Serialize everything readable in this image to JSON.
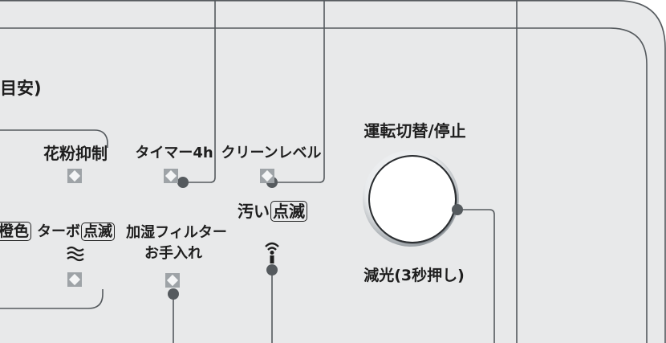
{
  "header": {
    "partial_label": "目安)"
  },
  "group": {
    "pollen_label": "花粉抑制"
  },
  "timer": {
    "label": "タイマー4h"
  },
  "clean_level": {
    "label": "クリーンレベル"
  },
  "dirt": {
    "label": "汚い",
    "blink_label": "点滅"
  },
  "color_partial": {
    "label": "橙色"
  },
  "turbo": {
    "label": "ターボ",
    "blink_label": "点滅"
  },
  "humidify_filter": {
    "line1": "加湿フィルター",
    "line2": "お手入れ"
  },
  "power": {
    "label": "運転切替/停止",
    "sub_label": "減光(3秒押し)"
  },
  "icons": [
    "indicator-lamp-icon",
    "wind-icon",
    "signal-icon",
    "power-button-icon"
  ],
  "colors": {
    "panel": "#e8e9ea",
    "line": "#555a5e",
    "lamp": "#9ea3a7",
    "text": "#1e1e1e"
  }
}
